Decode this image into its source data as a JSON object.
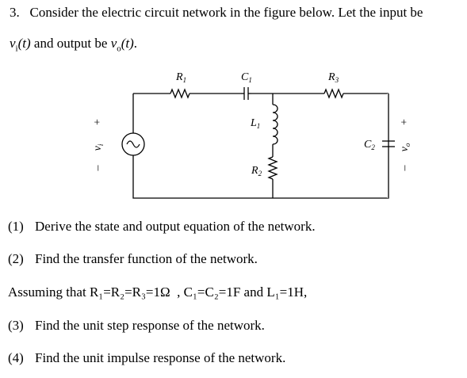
{
  "problem": {
    "number": "3.",
    "intro_a": "Consider the electric circuit network in the figure below. Let the input be",
    "input_signal": "v",
    "input_sub": "i",
    "arg_t": "(t)",
    "intro_b": " and output be ",
    "output_signal": "v",
    "output_sub": "o",
    "intro_end": "."
  },
  "circuit": {
    "R1": {
      "sym": "R",
      "sub": "1"
    },
    "C1": {
      "sym": "C",
      "sub": "1"
    },
    "R3": {
      "sym": "R",
      "sub": "3"
    },
    "L1": {
      "sym": "L",
      "sub": "1"
    },
    "R2": {
      "sym": "R",
      "sub": "2"
    },
    "C2": {
      "sym": "C",
      "sub": "2"
    },
    "vi": {
      "sym": "v",
      "sub": "i"
    },
    "vo": {
      "sym": "v",
      "sub": "o"
    },
    "plus": "+",
    "minus": "–"
  },
  "questions": {
    "q1": {
      "num": "(1)",
      "text": "Derive the state and output equation of the network."
    },
    "q2": {
      "num": "(2)",
      "text": "Find the transfer function of the network."
    },
    "assume": "Assuming that R₁=R₂=R₃=1Ω  , C₁=C₂=1F and L₁=1H,",
    "q3": {
      "num": "(3)",
      "text": "Find the unit step response of the network."
    },
    "q4": {
      "num": "(4)",
      "text": "Find the unit impulse response of the network."
    }
  }
}
